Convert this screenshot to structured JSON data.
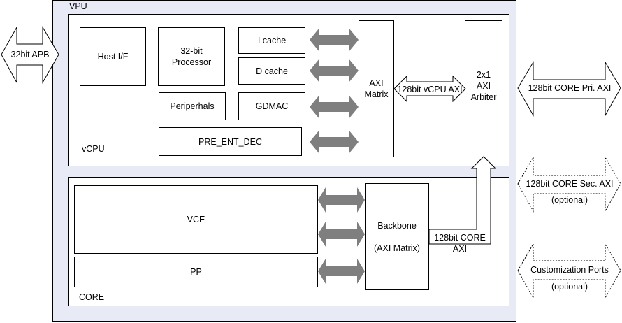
{
  "diagram": {
    "vpu_label": "VPU",
    "vcpu": {
      "label": "vCPU",
      "blocks": {
        "host_if": "Host I/F",
        "processor_line1": "32-bit",
        "processor_line2": "Processor",
        "i_cache": "I cache",
        "d_cache": "D cache",
        "peripherals": "Periperhals",
        "gdmac": "GDMAC",
        "pre_ent_dec": "PRE_ENT_DEC",
        "axi_matrix_line1": "AXI",
        "axi_matrix_line2": "Matrix",
        "arbiter_line1": "2x1",
        "arbiter_line2": "AXI",
        "arbiter_line3": "Arbiter"
      },
      "vcpu_axi_link": "128bit vCPU AXI"
    },
    "core": {
      "label": "CORE",
      "blocks": {
        "vce": "VCE",
        "pp": "PP",
        "backbone_line1": "Backbone",
        "backbone_line2": "(AXI Matrix)"
      },
      "core_axi_link": "128bit CORE AXI"
    },
    "external_interfaces": {
      "apb": "32bit APB",
      "core_pri_axi": "128bit CORE Pri. AXI",
      "core_sec_axi": "128bit CORE Sec. AXI",
      "core_sec_axi_note": "(optional)",
      "custom_ports": "Customization Ports",
      "custom_ports_note": "(optional)"
    },
    "colors": {
      "vpu_fill": "#e8eaf6",
      "bus_arrow": "#7f7f7f",
      "outline": "#000000"
    }
  }
}
